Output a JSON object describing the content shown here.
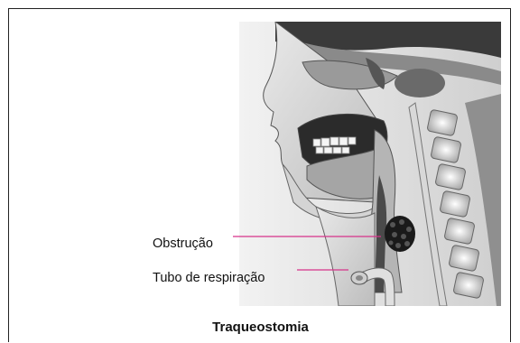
{
  "labels": {
    "obstruction": "Obstrução",
    "breathing_tube": "Tubo de respiração"
  },
  "caption": "Traqueostomia",
  "colors": {
    "leader_line": "#d6338a",
    "frame_border": "#222222",
    "obstruction_mass": "#1a1a1a"
  },
  "icons": {
    "illustration": "head-neck-sagittal-section",
    "obstruction": "airway-obstruction-mass",
    "tube": "tracheostomy-tube"
  }
}
